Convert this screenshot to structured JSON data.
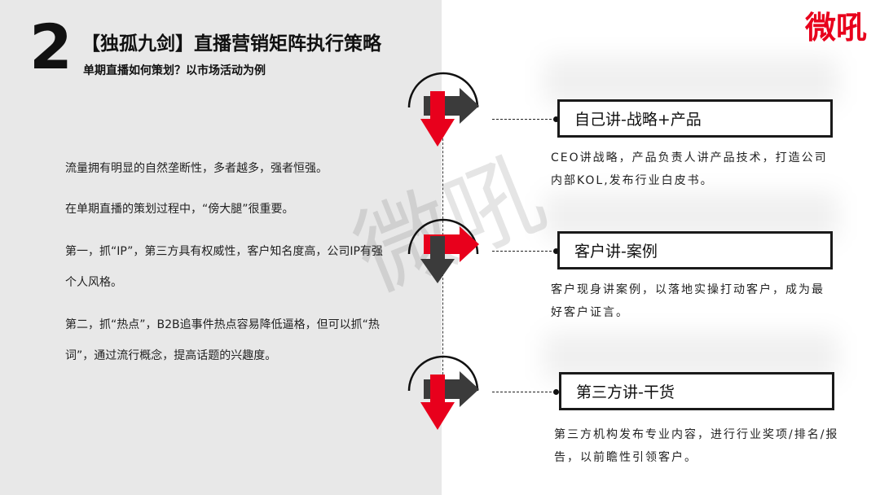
{
  "header": {
    "number": "2",
    "title": "【独孤九剑】直播营销矩阵执行策略",
    "subtitle": "单期直播如何策划？以市场活动为例"
  },
  "brand": {
    "logo_text": "微吼",
    "watermark": "微吼",
    "accent_color": "#e8001c",
    "dark_color": "#3b3b3b"
  },
  "left": {
    "paragraphs": [
      "流量拥有明显的自然垄断性，多者越多，强者恒强。",
      "在单期直播的策划过程中，“傍大腿”很重要。",
      "第一，抓“IP”，第三方具有权威性，客户知名度高，公司IP有强个人风格。",
      "第二，抓“热点”，B2B追事件热点容易降低逼格，但可以抓“热词”，通过流行概念，提高话题的兴趣度。"
    ]
  },
  "items": [
    {
      "label": "自己讲-战略+产品",
      "description": "CEO讲战略，产品负责人讲产品技术，打造公司内部KOL,发布行业白皮书。"
    },
    {
      "label": "客户讲-案例",
      "description": "客户现身讲案例，以落地实操打动客户，成为最好客户证言。"
    },
    {
      "label": "第三方讲-干货",
      "description": "第三方机构发布专业内容，进行行业奖项/排名/报告，以前瞻性引领客户。"
    }
  ]
}
